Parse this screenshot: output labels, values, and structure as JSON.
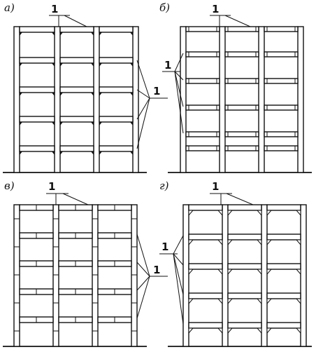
{
  "panels": [
    {
      "id": "a",
      "label": "а)",
      "callout_top": "1",
      "callout_side": "1"
    },
    {
      "id": "b",
      "label": "б)",
      "callout_top": "1",
      "callout_side": "1"
    },
    {
      "id": "c",
      "label": "в)",
      "callout_top": "1",
      "callout_side": "1"
    },
    {
      "id": "d",
      "label": "г)",
      "callout_top": "1",
      "callout_side": "1"
    }
  ],
  "colors": {
    "ink": "#111111",
    "fill": "#ffffff"
  }
}
